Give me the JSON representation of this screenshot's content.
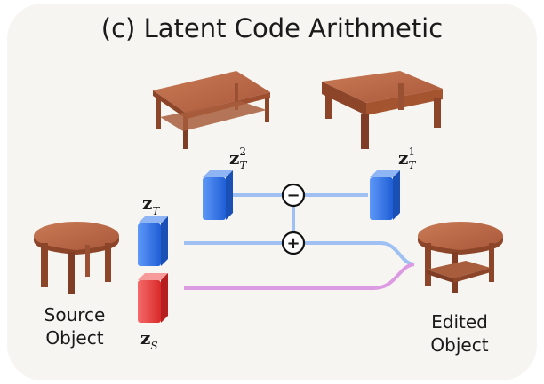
{
  "title": "(c) Latent Code Arithmetic",
  "source_label": {
    "line1": "Source",
    "line2": "Object"
  },
  "edited_label": {
    "line1": "Edited",
    "line2": "Object"
  },
  "codes": {
    "z_T": {
      "base": "z",
      "sub": "T"
    },
    "z_T2": {
      "base": "z",
      "sub": "T",
      "sup": "2"
    },
    "z_T1": {
      "base": "z",
      "sub": "T",
      "sup": "1"
    },
    "z_S": {
      "base": "z",
      "sub": "S"
    }
  },
  "operators": {
    "minus": "−",
    "plus": "+"
  },
  "colors": {
    "blue_block": "#2b6fe8",
    "red_block": "#e83a3a",
    "blue_line": "#9ec0f2",
    "pink_line": "#dc9ae3",
    "wood": "#b5643f",
    "panel_bg": "#f6f5f2"
  }
}
